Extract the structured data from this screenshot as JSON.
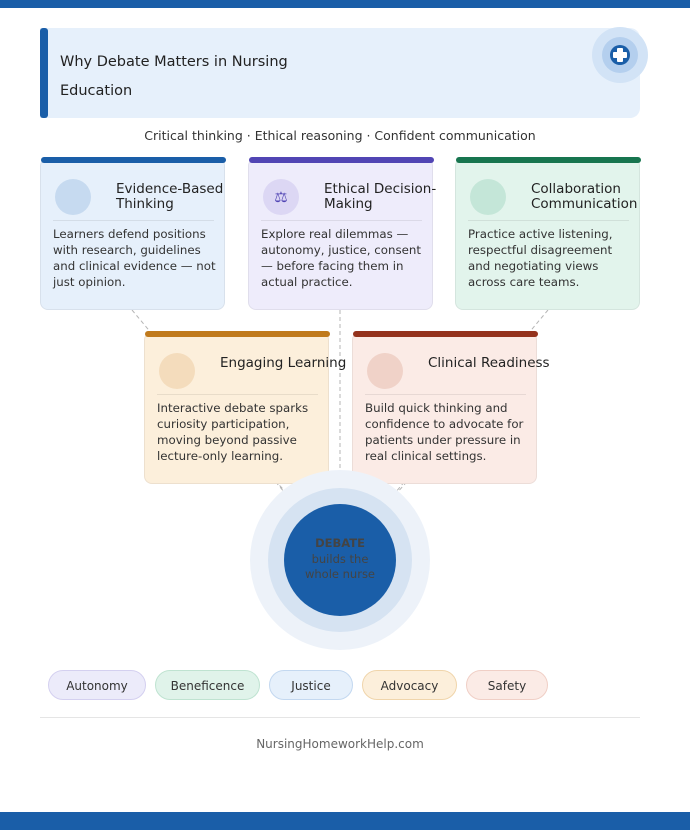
{
  "header": {
    "title": "Why Debate Matters in Nursing Education",
    "badge_icon": "medical-cross-icon"
  },
  "subtitle": "Critical thinking · Ethical reasoning · Confident communication",
  "cards": [
    {
      "title": "Evidence-Based Thinking",
      "body": "Learners defend positions with research, guidelines and clinical evidence — not just opinion.",
      "icon": "evidence-icon",
      "glyph": "",
      "accent": "#1a5ea8",
      "bg": "#e6f0fb",
      "icon_bg": "#c6daf0"
    },
    {
      "title": "Ethical Decision-Making",
      "body": "Explore real dilemmas — autonomy, justice, consent — before facing them in actual practice.",
      "icon": "balance-scale-icon",
      "glyph": "⚖",
      "accent": "#5145b4",
      "bg": "#eeecfb",
      "icon_bg": "#dcd7f4"
    },
    {
      "title": "Collaboration Communication",
      "body": "Practice active listening, respectful disagreement and negotiating views across care teams.",
      "icon": "collaboration-icon",
      "glyph": "",
      "accent": "#17754f",
      "bg": "#e2f4ec",
      "icon_bg": "#c4e6d8"
    },
    {
      "title": "Engaging Learning",
      "body": "Interactive debate sparks curiosity participation, moving beyond passive lecture-only learning.",
      "icon": "engaging-icon",
      "glyph": "",
      "accent": "#c07a1c",
      "bg": "#fcefdb",
      "icon_bg": "#f4dcbc"
    },
    {
      "title": "Clinical Readiness",
      "body": "Build quick thinking and confidence to advocate for patients under pressure in real clinical settings.",
      "icon": "clinical-icon",
      "glyph": "",
      "accent": "#94321d",
      "bg": "#fbebe6",
      "icon_bg": "#f0d2c8"
    }
  ],
  "hub": {
    "title": "DEBATE",
    "line1": "builds the",
    "line2": "whole nurse",
    "color": "#1a5ea8"
  },
  "pills": [
    {
      "label": "Autonomy",
      "bg": "#ecebfa",
      "border": "#d4d0f0"
    },
    {
      "label": "Beneficence",
      "bg": "#e0f3ea",
      "border": "#bfe3d1"
    },
    {
      "label": "Justice",
      "bg": "#e6f0fb",
      "border": "#c3d8f0"
    },
    {
      "label": "Advocacy",
      "bg": "#fcefdb",
      "border": "#f0d5ab"
    },
    {
      "label": "Safety",
      "bg": "#fbebe6",
      "border": "#f0cfc6"
    }
  ],
  "footer": "NursingHomeworkHelp.com"
}
